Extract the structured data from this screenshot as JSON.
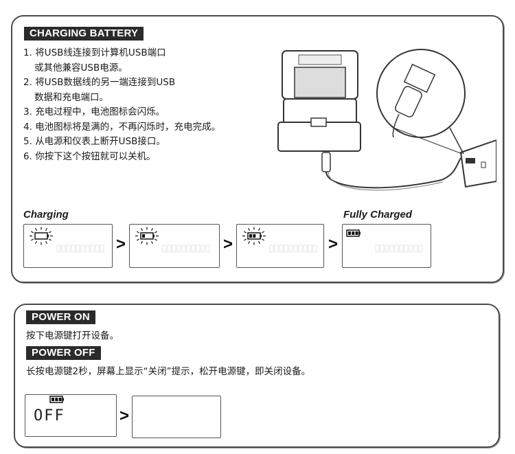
{
  "charging": {
    "header": "CHARGING BATTERY",
    "steps": [
      {
        "num": "1.",
        "line1": "将USB线连接到计算机USB端口",
        "line2": "或其他兼容USB电源。"
      },
      {
        "num": "2.",
        "line1": "将USB数据线的另一端连接到USB",
        "line2": "数据和充电端口。"
      },
      {
        "num": "3.",
        "line1": "充电过程中，电池图标会闪烁。",
        "line2": ""
      },
      {
        "num": "4.",
        "line1": "电池图标将是满的，不再闪烁时，充电完成。",
        "line2": ""
      },
      {
        "num": "5.",
        "line1": "从电源和仪表上断开USB接口。",
        "line2": ""
      },
      {
        "num": "6.",
        "line1": "你按下这个按钮就可以关机。",
        "line2": ""
      }
    ],
    "stage_charging_label": "Charging",
    "stage_full_label": "Fully Charged",
    "arrow": ">",
    "battery_levels": [
      0.0,
      0.33,
      0.66,
      1.0
    ],
    "blinking": [
      true,
      true,
      true,
      false
    ]
  },
  "power": {
    "on_header": "POWER ON",
    "on_text": "按下电源键打开设备。",
    "off_header": "POWER OFF",
    "off_text": "长按电源键2秒，屏幕上显示“关闭”提示，松开电源键，即关闭设备。",
    "off_display": "OFF",
    "arrow": ">"
  },
  "colors": {
    "border": "#4a4a4a",
    "header_bg": "#2b2b2b",
    "header_text": "#ffffff"
  },
  "icons": [
    "battery-icon",
    "usb-plug-icon",
    "device-icon",
    "power-bank-icon"
  ]
}
